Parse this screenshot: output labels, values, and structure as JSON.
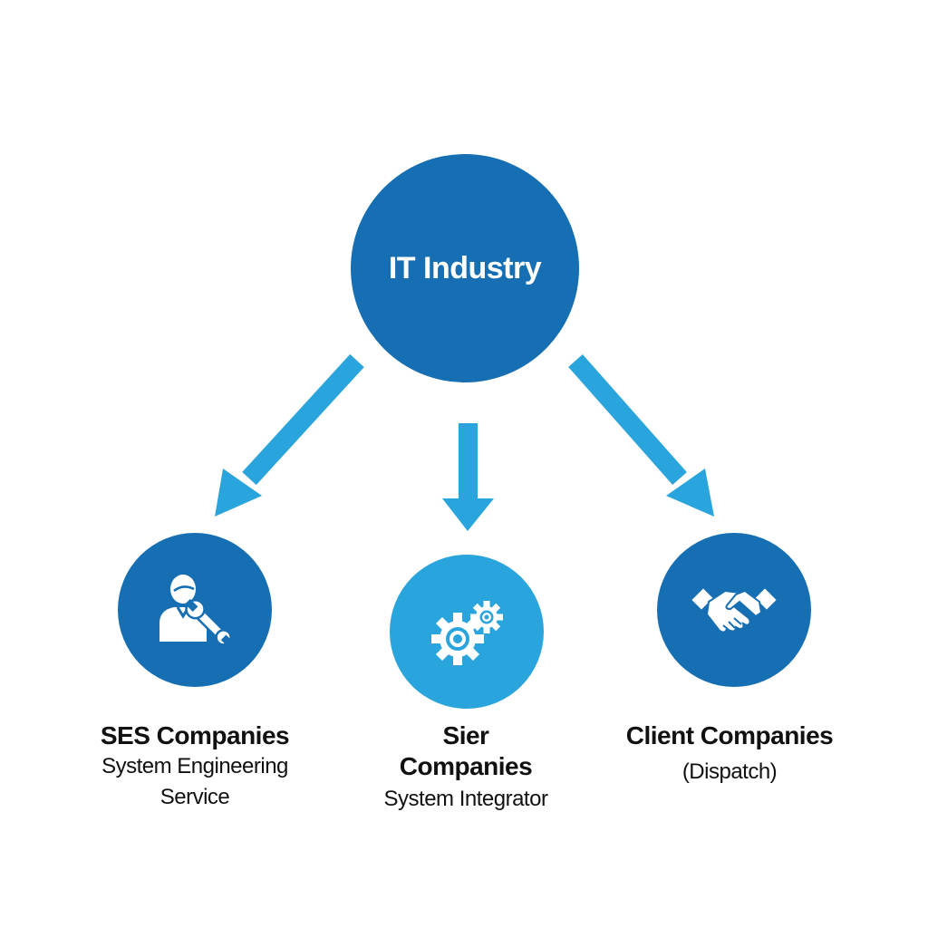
{
  "colors": {
    "dark_blue": "#166fb3",
    "light_blue": "#2aa4dd",
    "arrow": "#2aa4dd",
    "text": "#111111"
  },
  "root": {
    "label": "IT Industry"
  },
  "nodes": [
    {
      "id": "ses",
      "title": "SES Companies",
      "subtitle": "System Engineering Service",
      "icon": "engineer-wrench-icon"
    },
    {
      "id": "sier",
      "title": "Sier Companies",
      "subtitle": "System Integrator",
      "icon": "gears-icon"
    },
    {
      "id": "client",
      "title": "Client Companies",
      "subtitle": "(Dispatch)",
      "icon": "handshake-icon"
    }
  ]
}
